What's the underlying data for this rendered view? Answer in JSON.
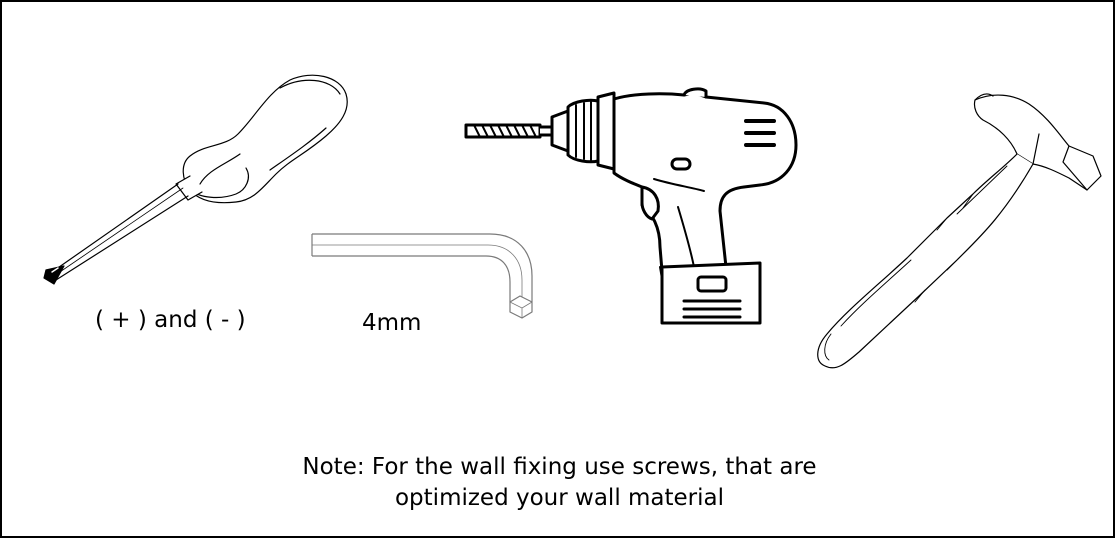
{
  "tools": {
    "screwdriver": {
      "icon": "screwdriver-icon",
      "label": "( + ) and ( - )"
    },
    "hex_key": {
      "icon": "hex-key-icon",
      "label": "4mm"
    },
    "drill": {
      "icon": "cordless-drill-icon"
    },
    "hammer": {
      "icon": "claw-hammer-icon"
    }
  },
  "note": {
    "line1": "Note: For the wall fixing use screws, that are",
    "line2": "optimized your wall material"
  },
  "colors": {
    "stroke": "#000000",
    "background": "#ffffff",
    "hex_key_stroke": "#7a7a7a"
  }
}
